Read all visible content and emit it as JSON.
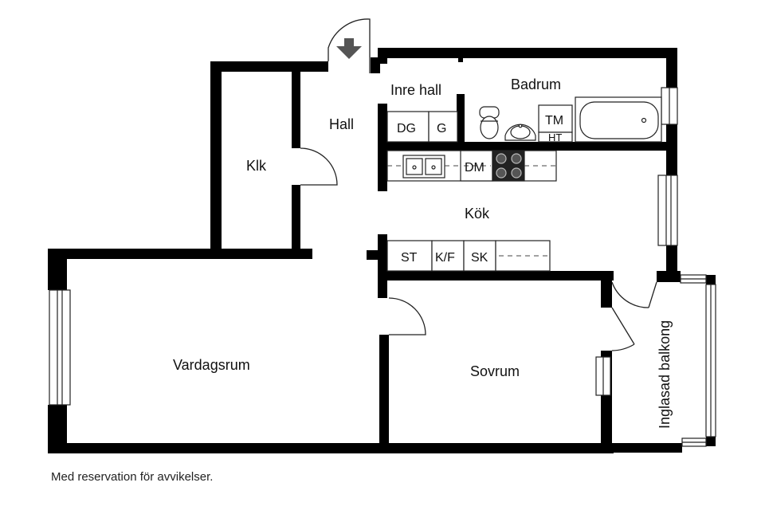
{
  "rooms": {
    "hall": "Hall",
    "inre_hall": "Inre hall",
    "badrum": "Badrum",
    "klk": "Klk",
    "kok": "Kök",
    "vardagsrum": "Vardagsrum",
    "sovrum": "Sovrum",
    "balkong": "Inglasad balkong"
  },
  "fixtures": {
    "dg": "DG",
    "g": "G",
    "tm": "TM",
    "ht": "HT",
    "dm": "DM",
    "st": "ST",
    "kf": "K/F",
    "sk": "SK"
  },
  "disclaimer": "Med reservation för avvikelser.",
  "icons": {
    "entrance": "entrance-arrow-icon"
  },
  "colors": {
    "wall": "#000000",
    "background": "#ffffff",
    "line": "#222222"
  }
}
